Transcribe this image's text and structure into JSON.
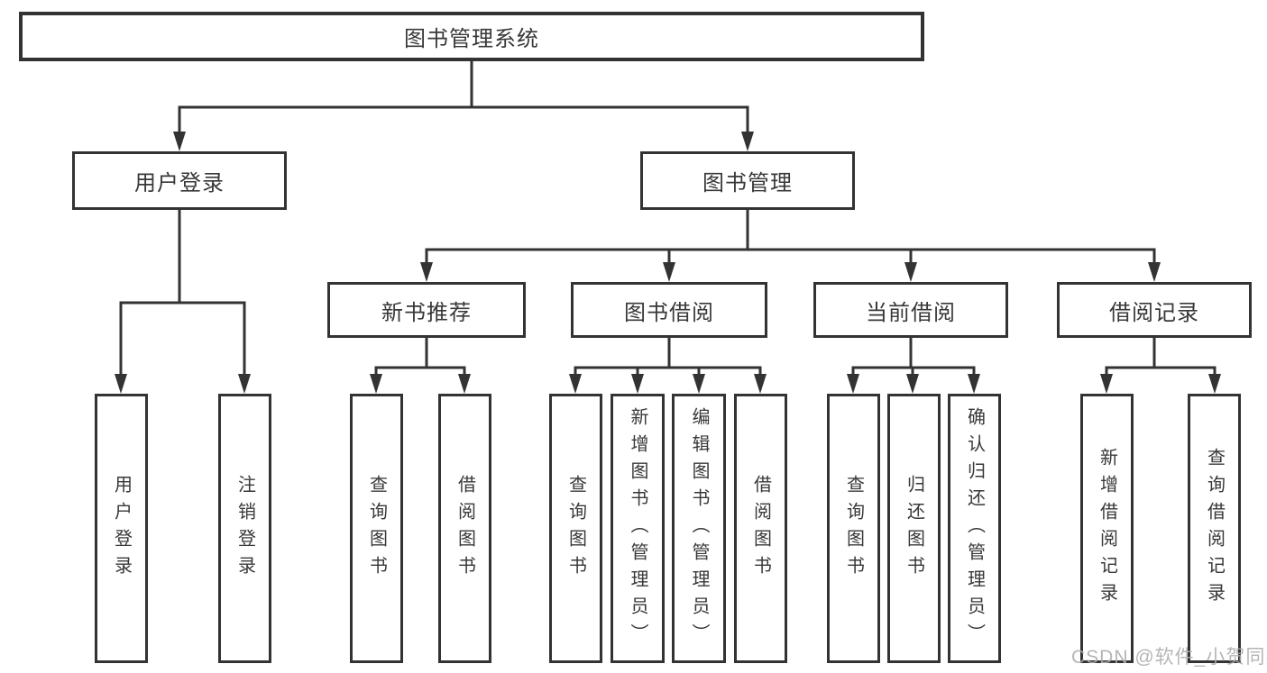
{
  "colors": {
    "line": "#333333",
    "box_border": "#333333",
    "text": "#383838",
    "watermark": "#aeaeae",
    "background": "#ffffff"
  },
  "diagram": {
    "title": "图书管理系统",
    "branches": [
      {
        "label": "用户登录",
        "children": [
          {
            "label": "用户登录"
          },
          {
            "label": "注销登录"
          }
        ]
      },
      {
        "label": "图书管理",
        "children": [
          {
            "label": "新书推荐",
            "children": [
              {
                "label": "查询图书"
              },
              {
                "label": "借阅图书"
              }
            ]
          },
          {
            "label": "图书借阅",
            "children": [
              {
                "label": "查询图书"
              },
              {
                "label": "新增图书（管理员）"
              },
              {
                "label": "编辑图书（管理员）"
              },
              {
                "label": "借阅图书"
              }
            ]
          },
          {
            "label": "当前借阅",
            "children": [
              {
                "label": "查询图书"
              },
              {
                "label": "归还图书"
              },
              {
                "label": "确认归还（管理员）"
              }
            ]
          },
          {
            "label": "借阅记录",
            "children": [
              {
                "label": "新增借阅记录"
              },
              {
                "label": "查询借阅记录"
              }
            ]
          }
        ]
      }
    ]
  },
  "watermark": {
    "text": "CSDN @软件_小贺同学"
  }
}
